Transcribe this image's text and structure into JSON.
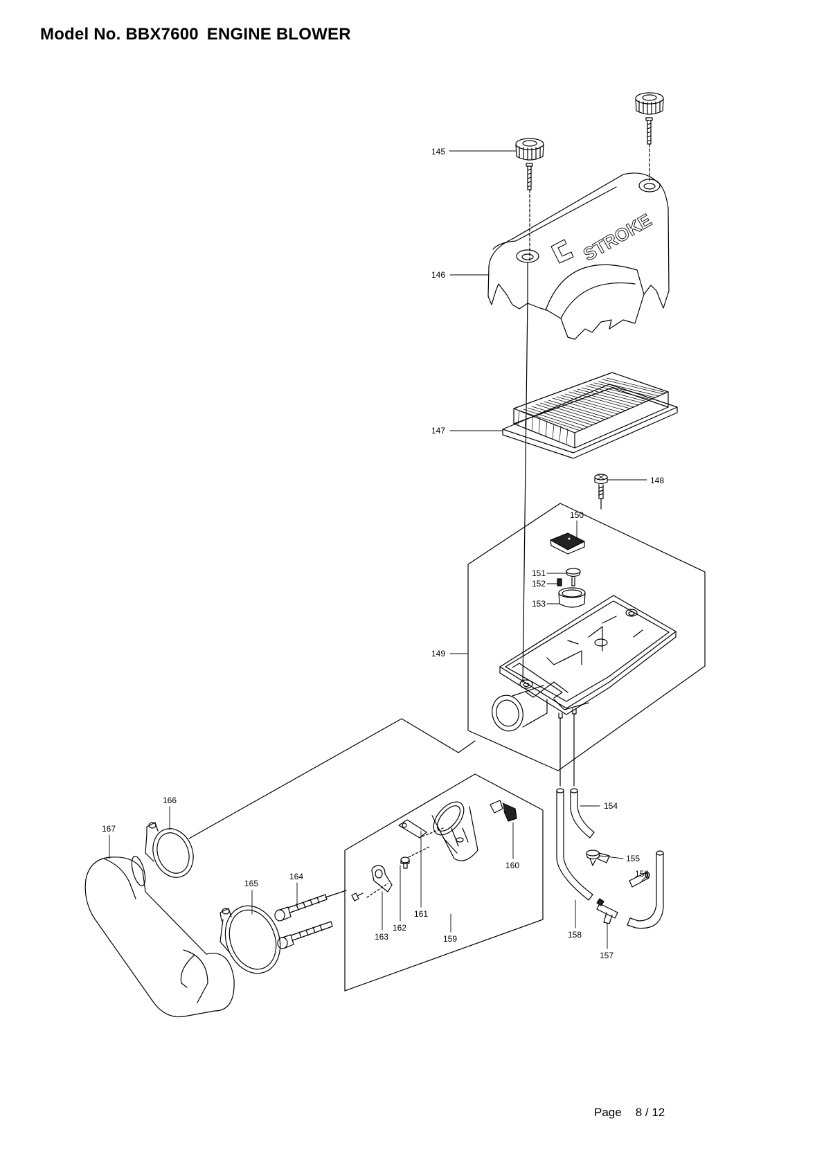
{
  "header": {
    "model": "Model No. BBX7600",
    "product": "ENGINE BLOWER"
  },
  "footer": {
    "page_label": "Page",
    "page_value": "8 / 12"
  },
  "cover_logo": "STROKE",
  "parts": [
    "145",
    "146",
    "147",
    "148",
    "149",
    "150",
    "151",
    "152",
    "153",
    "154",
    "155",
    "156",
    "157",
    "158",
    "159",
    "160",
    "161",
    "162",
    "163",
    "164",
    "165",
    "166",
    "167"
  ]
}
